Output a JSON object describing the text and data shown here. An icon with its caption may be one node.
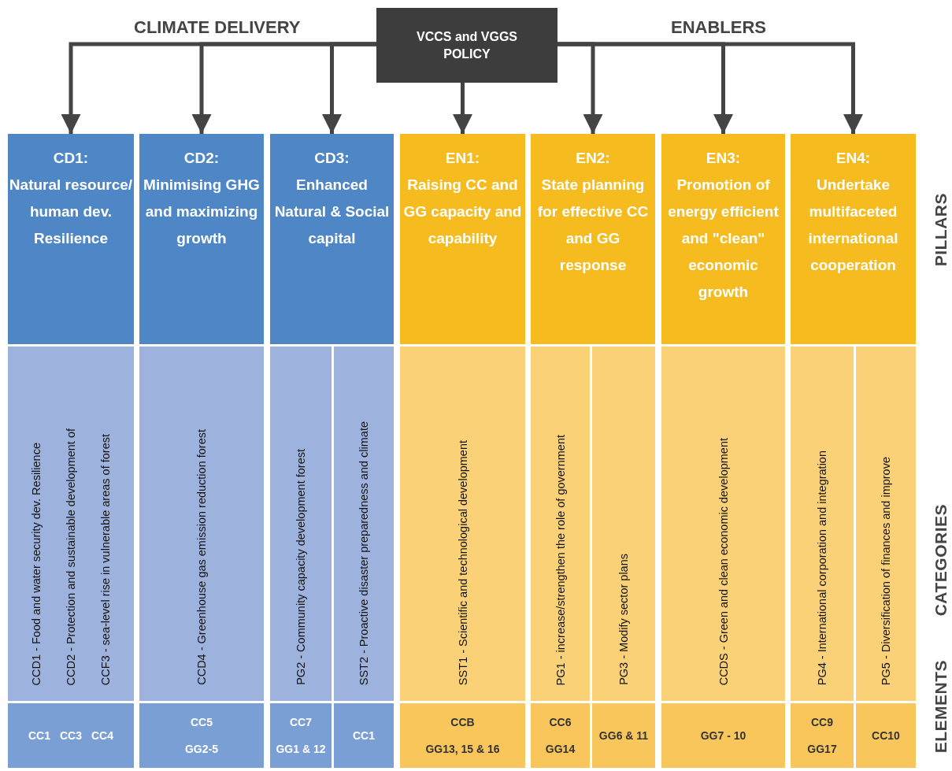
{
  "diagram": {
    "nodes": [
      {
        "text": [
          "VCCS and VGGS POLICY"
        ]
      },
      {
        "text": [
          "CD1:",
          "Natural resource/ human dev. Resilience"
        ]
      },
      {
        "text": [
          "CD2:",
          "Minimising GHG and maximizing growth"
        ]
      },
      {
        "text": [
          "CD3:",
          "Enhanced Natural & Social capital"
        ]
      },
      {
        "text": [
          "EN1:",
          "Raising CC and GG capacity and capability"
        ]
      },
      {
        "text": [
          "EN2:",
          "State planning for effective CC and GG response"
        ]
      },
      {
        "text": [
          "EN3:",
          "Promotion of energy efficient and \"clean\" economic growth"
        ]
      },
      {
        "text": [
          "EN4:",
          "Undertake multifaceted international cooperation"
        ]
      },
      {
        "text": [
          "CCD1 - Food and water security dev. Resilience",
          "CCD2 - Protection and sustainable development of",
          "CCF3 - sea-level rise in vulnerable areas of forest"
        ]
      },
      {
        "text": [
          "CCD4 - Greenhouse gas emission reduction forest"
        ]
      },
      {
        "text": [
          "PG2 - Community capacity development forest"
        ]
      },
      {
        "text": [
          "SST2 - Proactive disaster preparedness and climate"
        ]
      },
      {
        "text": [
          "SST1 - Scientific and technological development"
        ]
      },
      {
        "text": [
          "PG1 - increase/strengthen the role of government"
        ]
      },
      {
        "text": [
          "PG3 - Modify sector plans"
        ]
      },
      {
        "text": [
          "CCDS - Green and clean economic development"
        ]
      },
      {
        "text": [
          "PG4 - International corporation and integration"
        ]
      },
      {
        "text": [
          "PG5 - Diversification of finances and improve"
        ]
      },
      {
        "text": [
          "CC1",
          "CC3",
          "CC4"
        ]
      },
      {
        "text": [
          "CC5",
          "GG2-5"
        ]
      },
      {
        "text": [
          "CC7",
          "GG1 & 12"
        ]
      },
      {
        "text": [
          "CC1"
        ]
      },
      {
        "text": [
          "CCB",
          "GG13, 15 & 16"
        ]
      },
      {
        "text": [
          "CC6",
          "GG14"
        ]
      },
      {
        "text": [
          "GG6 & 11"
        ]
      },
      {
        "text": [
          "GG7 - 10"
        ]
      },
      {
        "text": [
          "CC9",
          "GG17"
        ]
      },
      {
        "text": [
          "CC10"
        ]
      }
    ],
    "edges": [
      {
        "from": 0,
        "to": 1,
        "arrow": "to"
      },
      {
        "from": 0,
        "to": 2,
        "arrow": "to"
      },
      {
        "from": 0,
        "to": 3,
        "arrow": "to"
      },
      {
        "from": 0,
        "to": 4,
        "arrow": "to"
      },
      {
        "from": 0,
        "to": 5,
        "arrow": "to"
      },
      {
        "from": 0,
        "to": 6,
        "arrow": "to"
      },
      {
        "from": 0,
        "to": 7,
        "arrow": "to"
      }
    ],
    "labels": [
      "CLIMATE DELIVERY",
      "ENABLERS",
      "PILLARS",
      "CATEGORIES",
      "ELEMENTS"
    ]
  }
}
